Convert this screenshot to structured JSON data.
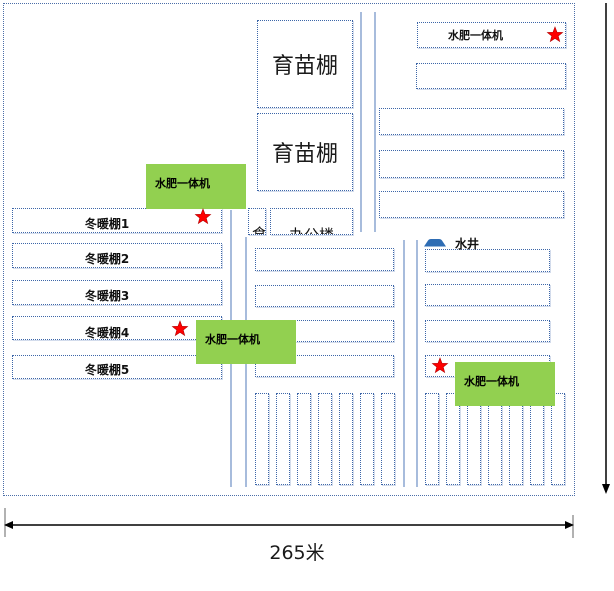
{
  "nursery_sheds": [
    {
      "label": "育苗棚"
    },
    {
      "label": "育苗棚"
    }
  ],
  "fertigation_units": [
    {
      "label": "水肥一体机"
    },
    {
      "label": "水肥一体机"
    },
    {
      "label": "水肥一体机"
    },
    {
      "label": "水肥一体机"
    }
  ],
  "winter_sheds": [
    {
      "label": "冬暖棚1"
    },
    {
      "label": "冬暖棚2"
    },
    {
      "label": "冬暖棚3"
    },
    {
      "label": "冬暖棚4"
    },
    {
      "label": "冬暖棚5"
    }
  ],
  "buildings": {
    "canteen": "食",
    "office": "办公楼"
  },
  "well": {
    "label": "水井",
    "icon": "well-icon"
  },
  "dimension": {
    "width_label": "265米"
  },
  "markers": {
    "icon": "star-icon",
    "color": "#ff0000"
  },
  "colors": {
    "plot_border": "#3d66a8",
    "fertigation_fill": "#92d050",
    "well": "#2e6db4",
    "road": "#6d8fc4"
  }
}
